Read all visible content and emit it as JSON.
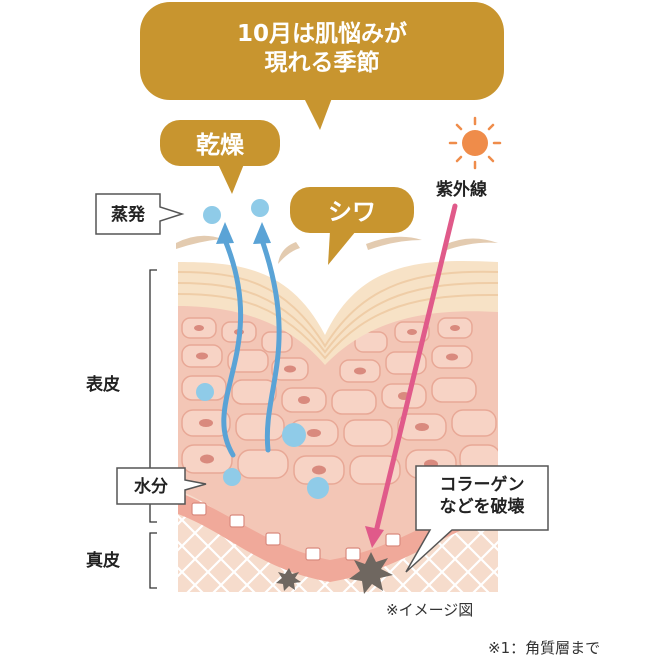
{
  "title_bubble": {
    "line1": "10月は肌悩みが",
    "line2": "現れる季節"
  },
  "callouts": {
    "kansou": "乾燥",
    "shiwa": "シワ",
    "jouhatsu": "蒸発",
    "shigaisen": "紫外線",
    "suibun": "水分",
    "collagen_line1": "コラーゲン",
    "collagen_line2": "などを破壊"
  },
  "layers": {
    "hyohi": "表皮",
    "shinpi": "真皮"
  },
  "notes": {
    "image_note": "※イメージ図",
    "footnote": "※1：角質層まで"
  },
  "colors": {
    "bubble_gold": "#c8952f",
    "arrow_blue": "#5aa3d6",
    "droplet_blue": "#8fcbe8",
    "uv_pink": "#e05a8a",
    "sun_orange": "#ef8c4a",
    "skin_cream": "#f6dfc2",
    "skin_pink": "#f1b3a6",
    "cell_red": "#d98a7e",
    "dermis_peach": "#f7d8c9",
    "damage_gray": "#6f6760"
  }
}
